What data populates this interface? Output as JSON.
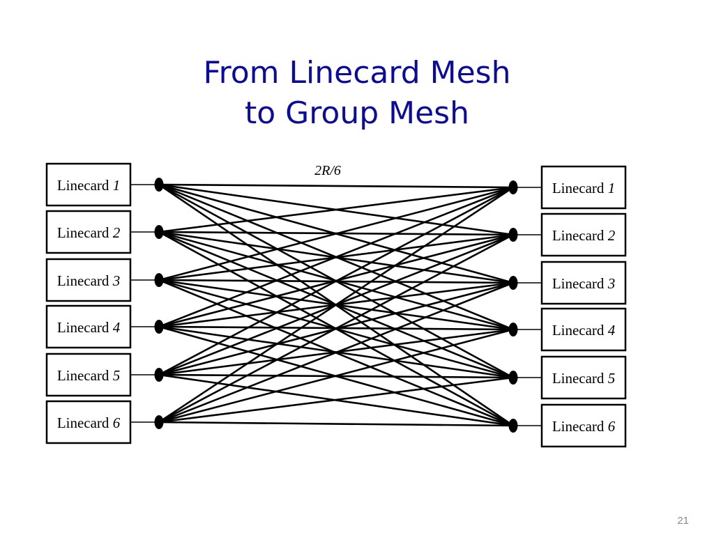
{
  "title": {
    "line1": "From Linecard Mesh",
    "line2": "to Group Mesh"
  },
  "link_rate_label": "2R/6",
  "left_linecards": [
    {
      "name": "Linecard",
      "number": "1"
    },
    {
      "name": "Linecard",
      "number": "2"
    },
    {
      "name": "Linecard",
      "number": "3"
    },
    {
      "name": "Linecard",
      "number": "4"
    },
    {
      "name": "Linecard",
      "number": "5"
    },
    {
      "name": "Linecard",
      "number": "6"
    }
  ],
  "right_linecards": [
    {
      "name": "Linecard",
      "number": "1"
    },
    {
      "name": "Linecard",
      "number": "2"
    },
    {
      "name": "Linecard",
      "number": "3"
    },
    {
      "name": "Linecard",
      "number": "4"
    },
    {
      "name": "Linecard",
      "number": "5"
    },
    {
      "name": "Linecard",
      "number": "6"
    }
  ],
  "page_number": "21"
}
